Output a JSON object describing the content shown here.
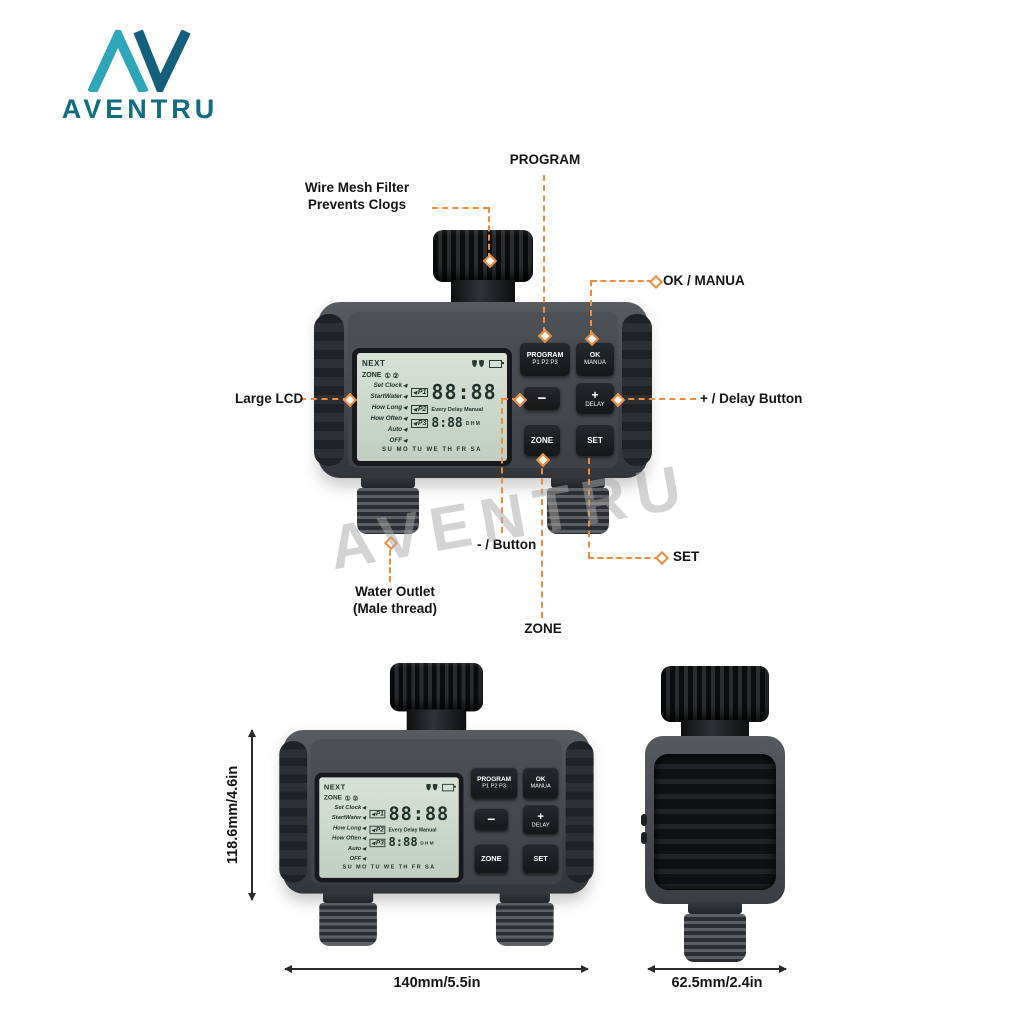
{
  "brand": {
    "name": "AVENTRU"
  },
  "watermark": "AVENTRU",
  "callouts": {
    "wire_mesh_line1": "Wire Mesh Filter",
    "wire_mesh_line2": "Prevents Clogs",
    "program": "PROGRAM",
    "ok_manua": "OK / MANUA",
    "plus_delay": "+ / Delay Button",
    "large_lcd": "Large LCD",
    "minus": "- / Button",
    "set": "SET",
    "water_outlet_line1": "Water Outlet",
    "water_outlet_line2": "(Male thread)",
    "zone": "ZONE"
  },
  "device": {
    "lcd": {
      "next": "NEXT",
      "zone_label": "ZONE",
      "zone_icons": "① ②",
      "left_labels": [
        "Set Clock",
        "StartWater",
        "How Long",
        "How Often",
        "Auto",
        "OFF"
      ],
      "p1": "P1",
      "p2": "P2",
      "p3": "P3",
      "main_time": "88:88",
      "mode_row": "Every Delay Manual",
      "small_time": "8:88",
      "small_units": "D H M",
      "days": "SU MO TU WE TH FR SA"
    },
    "buttons": {
      "program": "PROGRAM",
      "program_sub": "P1 P2 P3",
      "ok": "OK",
      "ok_sub": "MANUA",
      "minus": "−",
      "plus": "+",
      "delay": "DELAY",
      "zone": "ZONE",
      "set": "SET"
    }
  },
  "dimensions": {
    "height": "118.6mm/4.6in",
    "front_width": "140mm/5.5in",
    "side_width": "62.5mm/2.4in"
  },
  "colors": {
    "brand_teal": "#116d80",
    "callout_orange": "#f08c3c",
    "device_body": "#45494e",
    "lcd_background": "#ccd6cb"
  }
}
